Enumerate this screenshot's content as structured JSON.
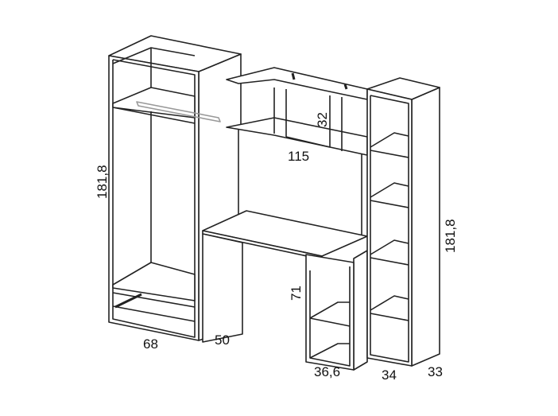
{
  "dimensions": {
    "wardrobe_height": "181,8",
    "wardrobe_width": "68",
    "wardrobe_depth": "50",
    "desk_width": "115",
    "shelf_height": "32",
    "desk_height": "71",
    "drawer_unit_width": "36,6",
    "bookcase_width": "34",
    "bookcase_depth": "33",
    "bookcase_height": "181,8"
  }
}
